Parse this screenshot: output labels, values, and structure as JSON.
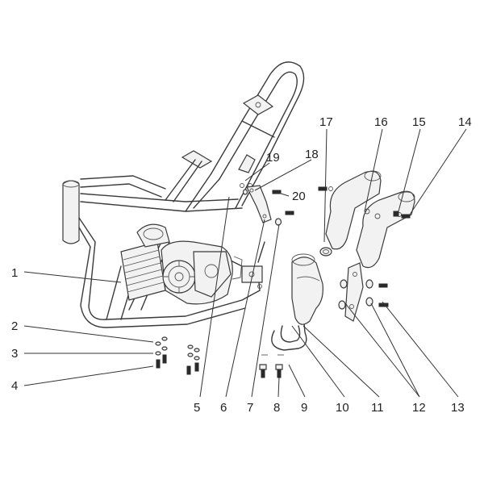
{
  "diagram": {
    "type": "exploded-parts-diagram",
    "callouts": [
      {
        "id": "1",
        "label": "1"
      },
      {
        "id": "2",
        "label": "2"
      },
      {
        "id": "3",
        "label": "3"
      },
      {
        "id": "4",
        "label": "4"
      },
      {
        "id": "5",
        "label": "5"
      },
      {
        "id": "6",
        "label": "6"
      },
      {
        "id": "7",
        "label": "7"
      },
      {
        "id": "8",
        "label": "8"
      },
      {
        "id": "9",
        "label": "9"
      },
      {
        "id": "10",
        "label": "10"
      },
      {
        "id": "11",
        "label": "11"
      },
      {
        "id": "12",
        "label": "12"
      },
      {
        "id": "13",
        "label": "13"
      },
      {
        "id": "14",
        "label": "14"
      },
      {
        "id": "15",
        "label": "15"
      },
      {
        "id": "16",
        "label": "16"
      },
      {
        "id": "17",
        "label": "17"
      },
      {
        "id": "18",
        "label": "18"
      },
      {
        "id": "19",
        "label": "19"
      },
      {
        "id": "20",
        "label": "20"
      }
    ]
  }
}
